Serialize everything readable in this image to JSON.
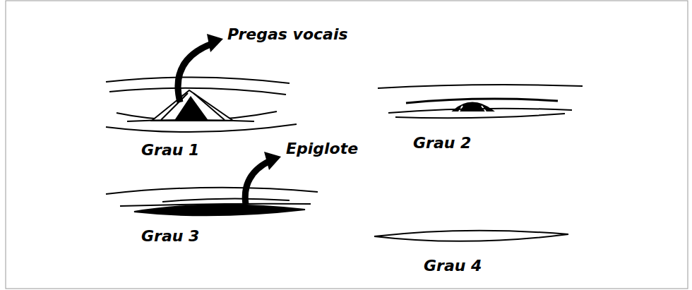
{
  "diagram": {
    "labels": [
      "Pregas vocais",
      "Grau 1",
      "Grau 2",
      "Epiglote",
      "Grau 3",
      "Grau 4"
    ]
  }
}
